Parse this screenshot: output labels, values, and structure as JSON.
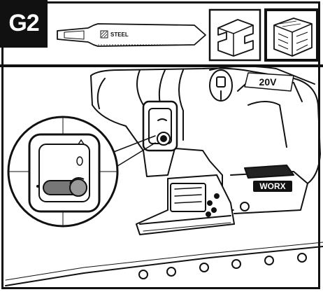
{
  "step": {
    "label": "G2"
  },
  "blade": {
    "material_label": "STEEL"
  },
  "tool": {
    "voltage_badge": "20V",
    "brand": "WORX"
  },
  "materials": {
    "selected": "wood-icon"
  }
}
